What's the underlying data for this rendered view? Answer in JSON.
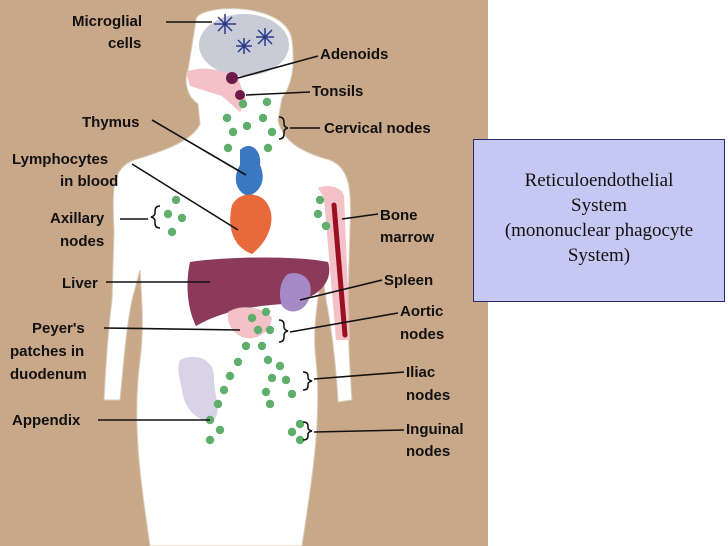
{
  "labels": {
    "microglial_1": "Microglial",
    "microglial_2": "cells",
    "adenoids": "Adenoids",
    "tonsils": "Tonsils",
    "thymus": "Thymus",
    "cervical": "Cervical nodes",
    "lymphocytes_1": "Lymphocytes",
    "lymphocytes_2": "in blood",
    "axillary_1": "Axillary",
    "axillary_2": "nodes",
    "bone_1": "Bone",
    "bone_2": "marrow",
    "liver": "Liver",
    "spleen": "Spleen",
    "aortic_1": "Aortic",
    "aortic_2": "nodes",
    "peyers_1": "Peyer's",
    "peyers_2": "patches in",
    "peyers_3": "duodenum",
    "iliac_1": "Iliac",
    "iliac_2": "nodes",
    "appendix": "Appendix",
    "inguinal_1": "Inguinal",
    "inguinal_2": "nodes"
  },
  "info_box": {
    "line1": "Reticuloendothelial",
    "line2": "System",
    "line3": "(mononuclear phagocyte",
    "line4": "System)"
  },
  "colors": {
    "background": "#c9a889",
    "body": "#ffffff",
    "node": "#5fae6c",
    "info_box": "#c5c8f3"
  }
}
